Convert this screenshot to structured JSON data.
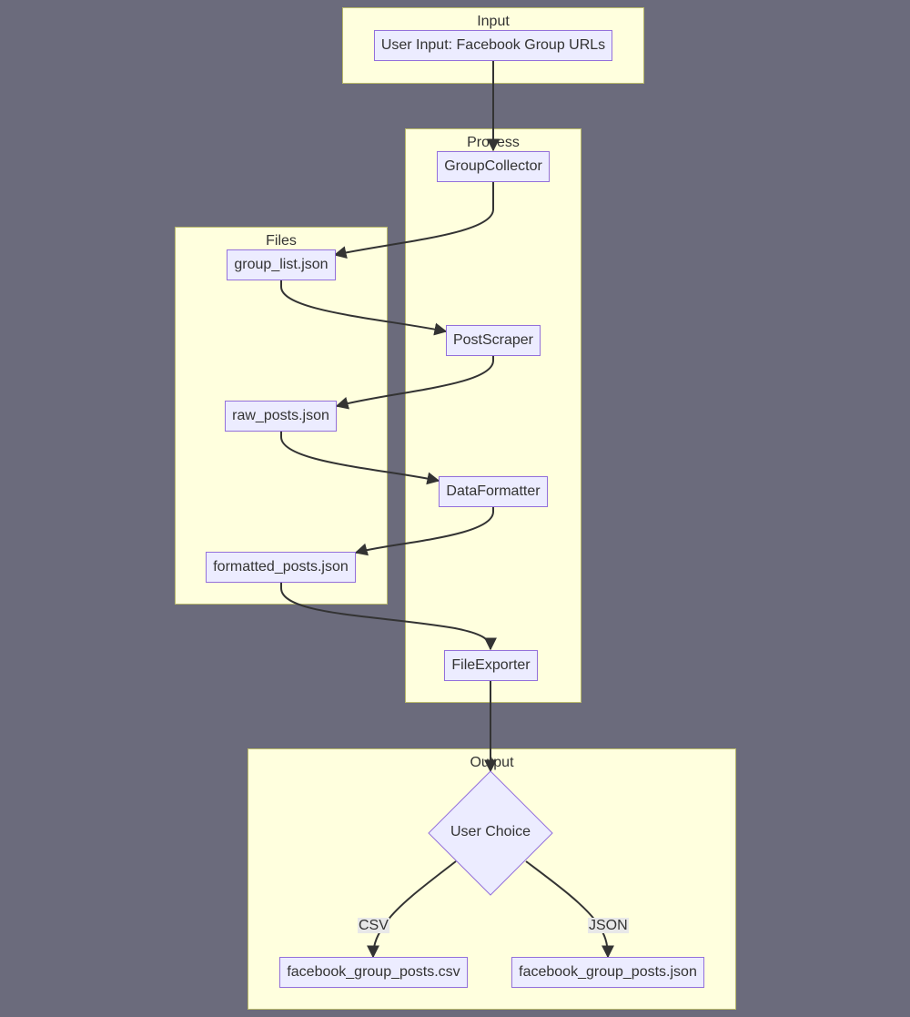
{
  "clusters": {
    "input": "Input",
    "process": "Process",
    "files": "Files",
    "output": "Output"
  },
  "nodes": {
    "user_input": "User Input: Facebook Group URLs",
    "group_collector": "GroupCollector",
    "group_list": "group_list.json",
    "post_scraper": "PostScraper",
    "raw_posts": "raw_posts.json",
    "data_formatter": "DataFormatter",
    "formatted_posts": "formatted_posts.json",
    "file_exporter": "FileExporter",
    "user_choice": "User Choice",
    "csv_output": "facebook_group_posts.csv",
    "json_output": "facebook_group_posts.json"
  },
  "edge_labels": {
    "csv": "CSV",
    "json": "JSON"
  },
  "colors": {
    "background": "#6b6b7c",
    "cluster_fill": "#ffffde",
    "cluster_border": "#b8b86a",
    "node_fill": "#ececff",
    "node_border": "#9370db",
    "edge": "#333333"
  }
}
